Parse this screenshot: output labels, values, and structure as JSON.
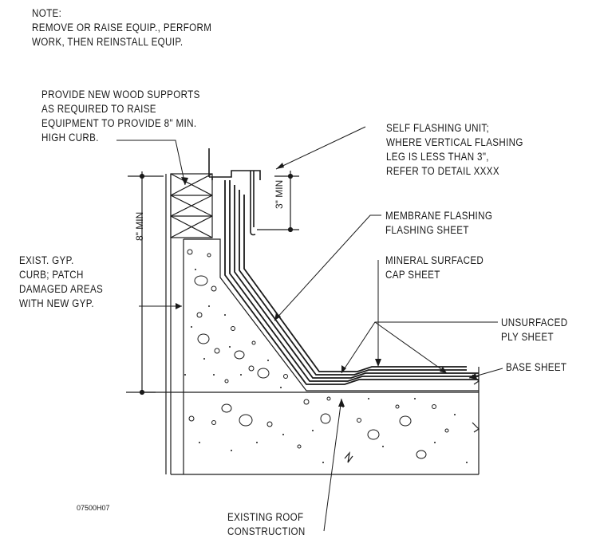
{
  "note": {
    "heading": "NOTE:",
    "line1": "REMOVE OR RAISE EQUIP., PERFORM",
    "line2": "WORK, THEN REINSTALL EQUIP."
  },
  "wood_supports": {
    "line1": "PROVIDE NEW WOOD SUPPORTS",
    "line2": "AS REQUIRED TO RAISE",
    "line3": "EQUIPMENT TO PROVIDE 8\" MIN.",
    "line4": "HIGH CURB."
  },
  "self_flashing": {
    "line1": "SELF FLASHING UNIT;",
    "line2": "WHERE VERTICAL FLASHING",
    "line3": "LEG IS LESS THAN 3\",",
    "line4": "REFER TO DETAIL XXXX"
  },
  "membrane": {
    "line1": "MEMBRANE FLASHING",
    "line2": "FLASHING SHEET"
  },
  "mineral": {
    "line1": "MINERAL SURFACED",
    "line2": "CAP SHEET"
  },
  "gyp_curb": {
    "line1": "EXIST. GYP.",
    "line2": "CURB; PATCH",
    "line3": "DAMAGED AREAS",
    "line4": "WITH NEW GYP."
  },
  "unsurfaced": {
    "line1": "UNSURFACED",
    "line2": "PLY SHEET"
  },
  "base_sheet": "BASE SHEET",
  "existing_roof": {
    "line1": "EXISTING ROOF",
    "line2": "CONSTRUCTION"
  },
  "drawing_id": "07500H07",
  "dim_8_min": "8\" MIN",
  "dim_3_min": "3\" MIN"
}
